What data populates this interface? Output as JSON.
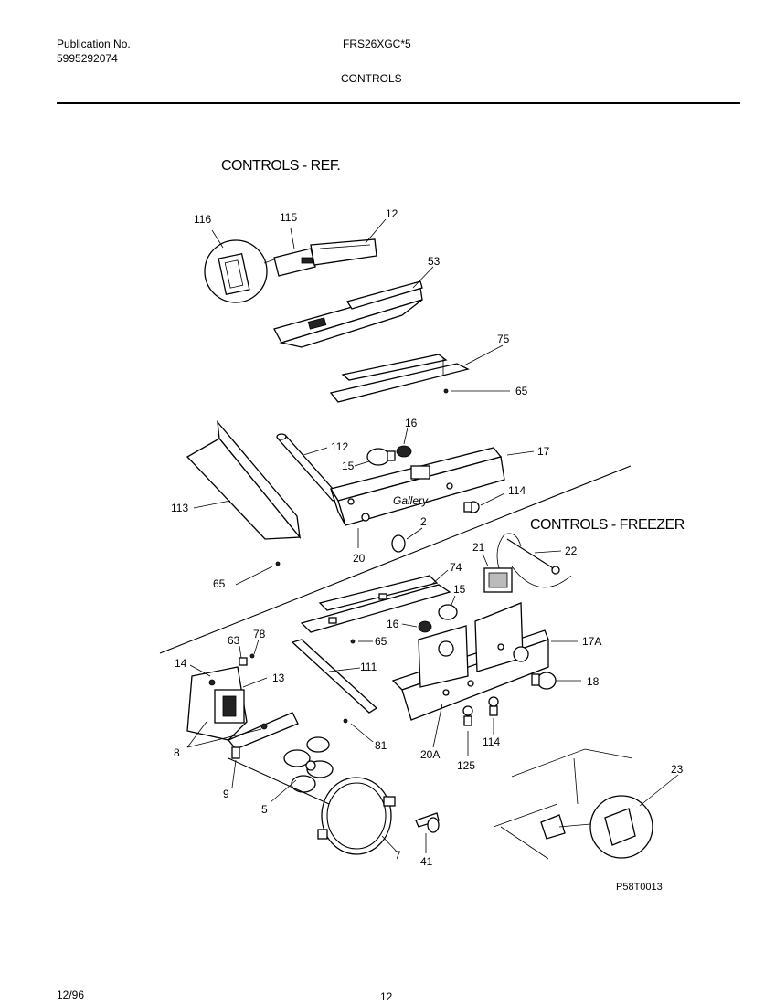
{
  "header": {
    "publication_label": "Publication No.",
    "publication_number": "5995292074",
    "model": "FRS26XGC*5",
    "section": "CONTROLS"
  },
  "sections": {
    "ref": "CONTROLS - REF.",
    "freezer": "CONTROLS - FREEZER"
  },
  "callouts": {
    "c116": "116",
    "c115": "115",
    "c12": "12",
    "c53": "53",
    "c75": "75",
    "c65a": "65",
    "c16a": "16",
    "c112": "112",
    "c17": "17",
    "c15a": "15",
    "c113": "113",
    "c114a": "114",
    "c2": "2",
    "c20": "20",
    "c65b": "65",
    "c22": "22",
    "c21": "21",
    "c74": "74",
    "c15b": "15",
    "c16b": "16",
    "c63": "63",
    "c78": "78",
    "c65c": "65",
    "c17A": "17A",
    "c14": "14",
    "c111": "111",
    "c13": "13",
    "c18": "18",
    "c8": "8",
    "c81": "81",
    "c20A": "20A",
    "c114b": "114",
    "c125": "125",
    "c9": "9",
    "c5": "5",
    "c23": "23",
    "c7": "7",
    "c41": "41"
  },
  "brand_plate": "Gallery",
  "figure_code": "P58T0013",
  "footer": {
    "date": "12/96",
    "page": "12"
  }
}
